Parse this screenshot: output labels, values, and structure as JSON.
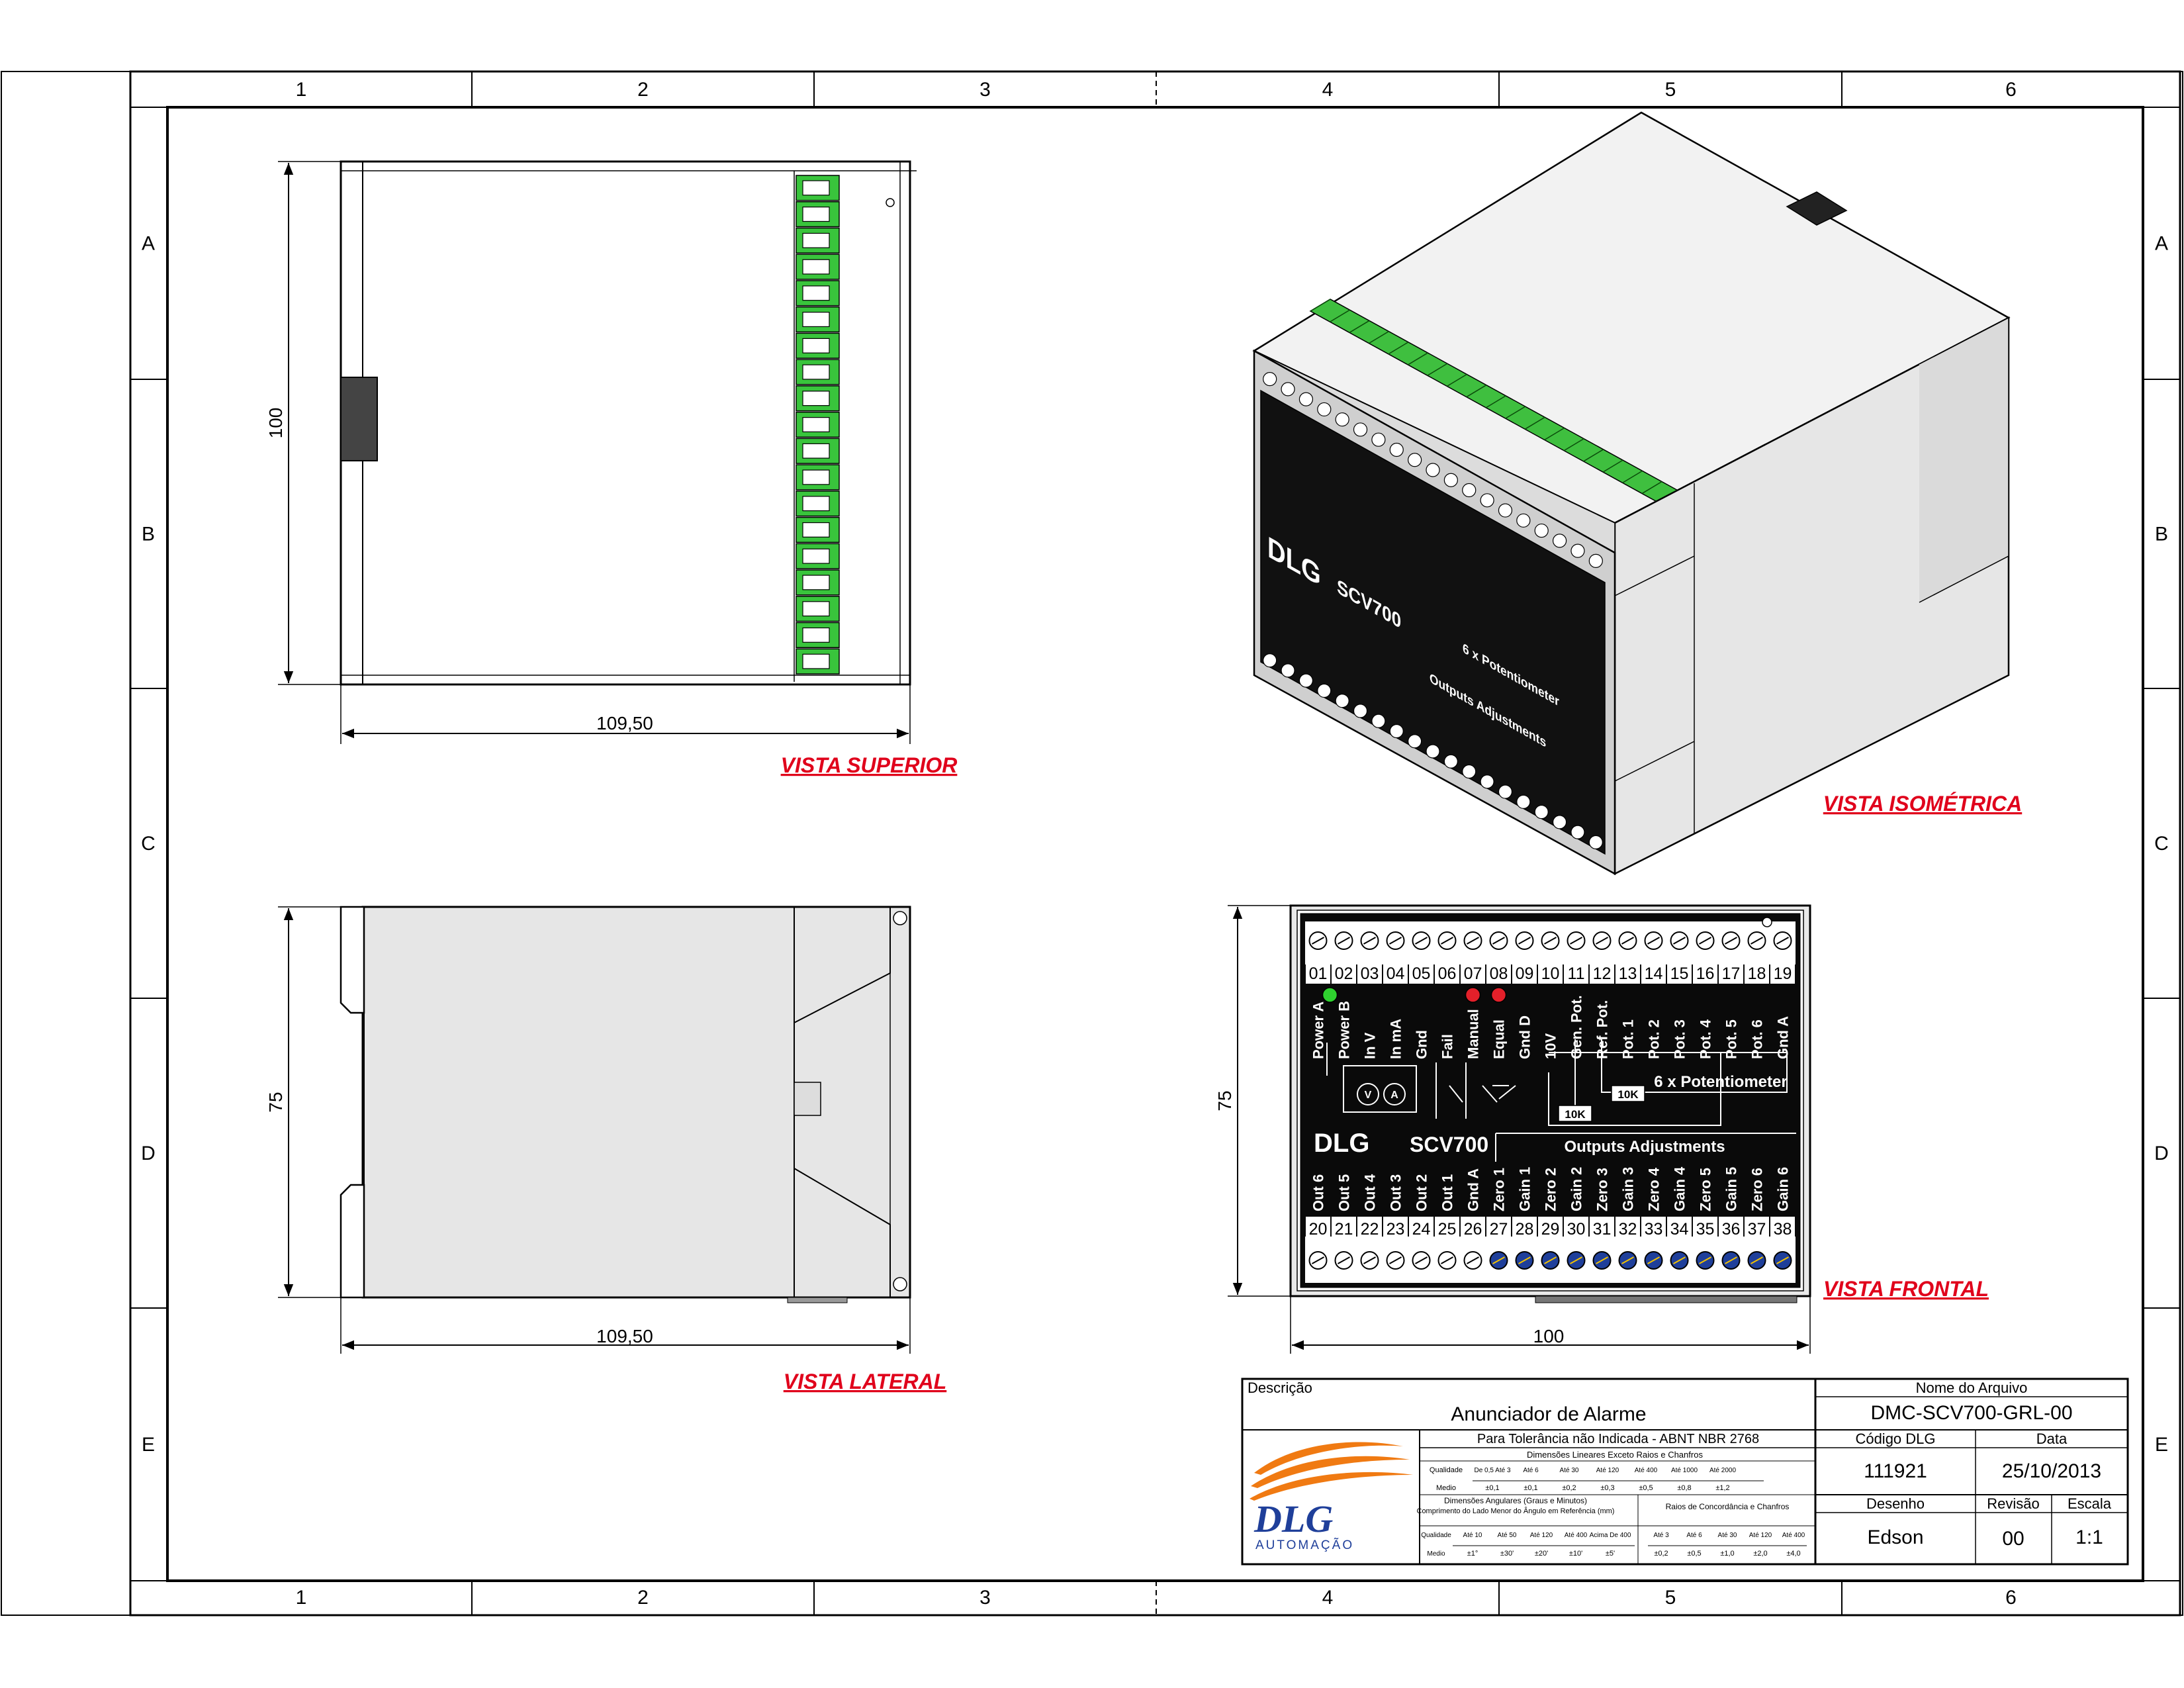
{
  "frame": {
    "columns": [
      "1",
      "2",
      "3",
      "4",
      "5",
      "6"
    ],
    "rows": [
      "A",
      "B",
      "C",
      "D",
      "E"
    ]
  },
  "views": {
    "top": {
      "label": "VISTA SUPERIOR",
      "width_dim": "109,50",
      "height_dim": "100"
    },
    "side": {
      "label": "VISTA LATERAL",
      "width_dim": "109,50",
      "height_dim": "75"
    },
    "iso": {
      "label": "VISTA ISOMÉTRICA"
    },
    "front": {
      "label": "VISTA FRONTAL",
      "width_dim": "100",
      "height_dim": "75"
    }
  },
  "panel": {
    "brand": "DLG",
    "model": "SCV700",
    "top_numbers": [
      "01",
      "02",
      "03",
      "04",
      "05",
      "06",
      "07",
      "08",
      "09",
      "10",
      "11",
      "12",
      "13",
      "14",
      "15",
      "16",
      "17",
      "18",
      "19"
    ],
    "top_labels": [
      "Power A",
      "Power B",
      "In V",
      "In mA",
      "Gnd",
      "Fail",
      "Manual",
      "Equal",
      "Gnd D",
      "10V",
      "Gen. Pot.",
      "Ref. Pot.",
      "Pot. 1",
      "Pot. 2",
      "Pot. 3",
      "Pot. 4",
      "Pot. 5",
      "Pot. 6",
      "Gnd A"
    ],
    "bottom_labels": [
      "Out 6",
      "Out 5",
      "Out 4",
      "Out 3",
      "Out 2",
      "Out 1",
      "Gnd A",
      "Zero 1",
      "Gain 1",
      "Zero 2",
      "Gain 2",
      "Zero 3",
      "Gain 3",
      "Zero 4",
      "Gain 4",
      "Zero 5",
      "Gain 5",
      "Zero 6",
      "Gain 6"
    ],
    "bottom_numbers": [
      "20",
      "21",
      "22",
      "23",
      "24",
      "25",
      "26",
      "27",
      "28",
      "29",
      "30",
      "31",
      "32",
      "33",
      "34",
      "35",
      "36",
      "37",
      "38"
    ],
    "potentiometer_caption": "6 x Potentiometer",
    "outputs_caption": "Outputs Adjustments",
    "resistor_label": "10K",
    "meter_v": "V",
    "meter_a": "A"
  },
  "title_block": {
    "descricao_label": "Descrição",
    "descricao": "Anunciador de Alarme",
    "tolerancia": "Para Tolerância não Indicada - ABNT NBR 2768",
    "lin_header": "Dimensões Lineares Exceto Raios e Chanfros",
    "lin_ranges": [
      "De 0,5 Até 3",
      "Até 6",
      "Até 30",
      "Até 120",
      "Até 400",
      "Até 1000",
      "Até 2000"
    ],
    "lin_medio": [
      "±0,1",
      "±0,1",
      "±0,2",
      "±0,3",
      "±0,5",
      "±0,8",
      "±1,2"
    ],
    "ang_header": "Dimensões Angulares (Graus e Minutos)",
    "ang_sub": "Comprimento do Lado Menor do Ângulo em Referência (mm)",
    "ang_ranges": [
      "Até 10",
      "Até 50",
      "Até 120",
      "Até 400",
      "Acima De 400"
    ],
    "ang_medio": [
      "±1°",
      "±30'",
      "±20'",
      "±10'",
      "±5'"
    ],
    "raio_header": "Raios de Concordância e Chanfros",
    "raio_ranges": [
      "Até 3",
      "Até 6",
      "Até 30",
      "Até 120",
      "Até 400"
    ],
    "raio_medio": [
      "±0,2",
      "±0,5",
      "±1,0",
      "±2,0",
      "±4,0"
    ],
    "qualidade": "Qualidade",
    "medio": "Medio",
    "nome_arquivo_label": "Nome do Arquivo",
    "nome_arquivo": "DMC-SCV700-GRL-00",
    "codigo_label": "Código DLG",
    "codigo": "111921",
    "data_label": "Data",
    "data": "25/10/2013",
    "desenho_label": "Desenho",
    "desenho": "Edson",
    "revisao_label": "Revisão",
    "revisao": "00",
    "escala_label": "Escala",
    "escala": "1:1",
    "logo_text": "DLG",
    "logo_sub": "AUTOMAÇÃO"
  },
  "colors": {
    "label_red": "#e0001b",
    "terminal_green": "#39c43c",
    "panel_black": "#0a0a0a",
    "logo_blue": "#1f3f9a",
    "logo_orange": "#f07a12"
  }
}
